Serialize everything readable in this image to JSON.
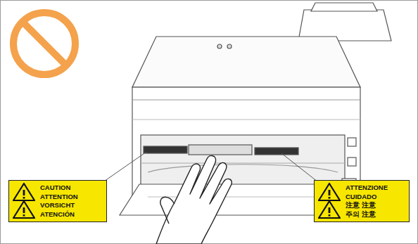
{
  "diagram": {
    "nodes": [
      {
        "text": [
          "CAUTION",
          "ATTENTION",
          "VORSICHT",
          "ATENCIÓN"
        ]
      },
      {
        "text": [
          "ATTENZIONE",
          "CUIDADO",
          "注意 注意",
          "주의 注意"
        ]
      }
    ]
  }
}
